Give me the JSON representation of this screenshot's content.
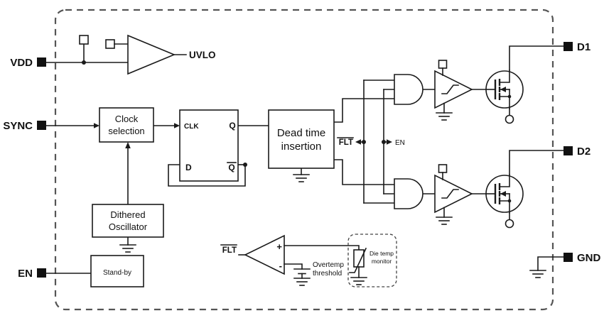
{
  "pins": {
    "vdd": "VDD",
    "sync": "SYNC",
    "en": "EN",
    "d1": "D1",
    "d2": "D2",
    "gnd": "GND"
  },
  "uvlo": {
    "label": "UVLO"
  },
  "clock_selection": {
    "line1": "Clock",
    "line2": "selection"
  },
  "flipflop": {
    "clk": "CLK",
    "q": "Q",
    "d": "D",
    "qbar": "Q"
  },
  "dead_time": {
    "line1": "Dead time",
    "line2": "insertion"
  },
  "dithered_oscillator": {
    "line1": "Dithered",
    "line2": "Oscillator"
  },
  "standby": {
    "label": "Stand-by"
  },
  "gating": {
    "flt": "FLT",
    "en": "EN"
  },
  "overtemp": {
    "flt": "FLT",
    "plus": "+",
    "minus": "-",
    "threshold_line1": "Overtemp",
    "threshold_line2": "threshold"
  },
  "die_temp": {
    "line1": "Die temp",
    "line2": "monitor"
  },
  "colors": {
    "wire": "#1a1a1a",
    "boundary": "#555555",
    "background": "#ffffff"
  }
}
